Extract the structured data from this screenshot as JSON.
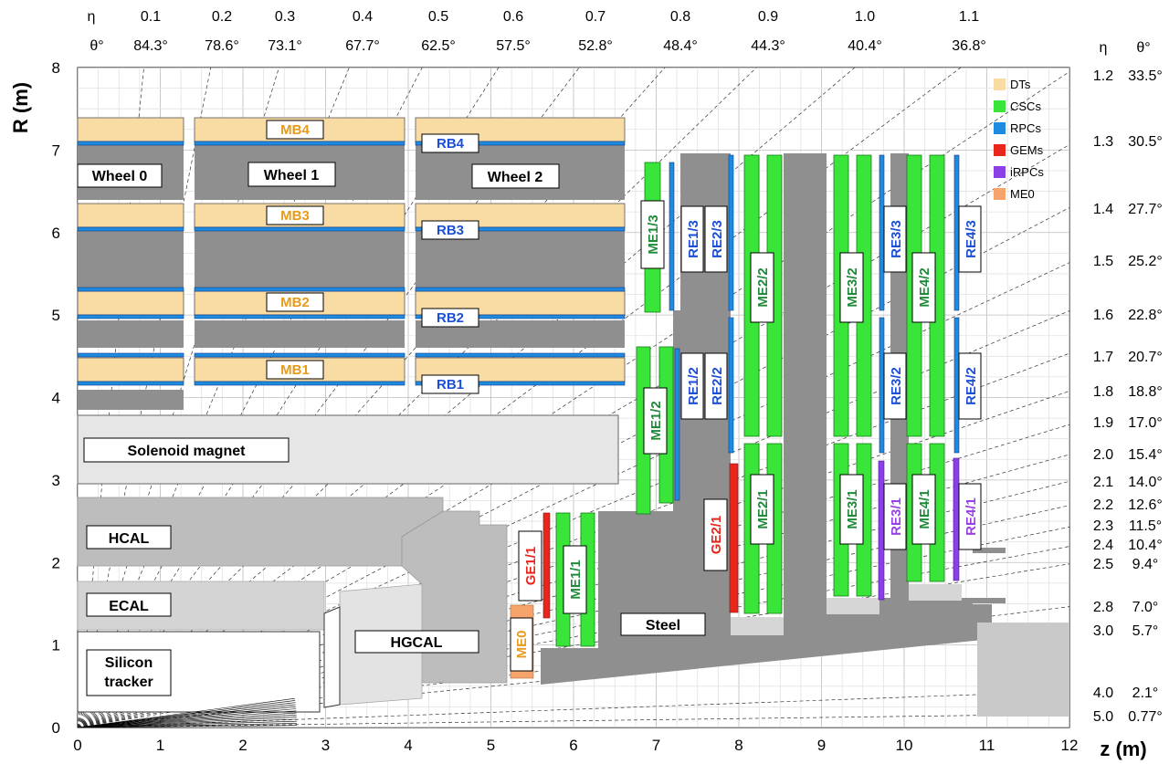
{
  "axes": {
    "x_title": "z (m)",
    "y_title": "R (m)",
    "x_ticks": [
      "0",
      "1",
      "2",
      "3",
      "4",
      "5",
      "6",
      "7",
      "8",
      "9",
      "10",
      "11",
      "12"
    ],
    "y_ticks": [
      "0",
      "1",
      "2",
      "3",
      "4",
      "5",
      "6",
      "7",
      "8"
    ],
    "xlim": [
      0,
      12
    ],
    "ylim": [
      0,
      8
    ]
  },
  "eta_top": {
    "eta_header": "η",
    "theta_header": "θ°",
    "entries": [
      {
        "eta": "0.1",
        "theta": "84.3°"
      },
      {
        "eta": "0.2",
        "theta": "78.6°"
      },
      {
        "eta": "0.3",
        "theta": "73.1°"
      },
      {
        "eta": "0.4",
        "theta": "67.7°"
      },
      {
        "eta": "0.5",
        "theta": "62.5°"
      },
      {
        "eta": "0.6",
        "theta": "57.5°"
      },
      {
        "eta": "0.7",
        "theta": "52.8°"
      },
      {
        "eta": "0.8",
        "theta": "48.4°"
      },
      {
        "eta": "0.9",
        "theta": "44.3°"
      },
      {
        "eta": "1.0",
        "theta": "40.4°"
      },
      {
        "eta": "1.1",
        "theta": "36.8°"
      }
    ]
  },
  "eta_right": {
    "eta_header": "η",
    "theta_header": "θ°",
    "entries": [
      {
        "eta": "1.2",
        "theta": "33.5°"
      },
      {
        "eta": "1.3",
        "theta": "30.5°"
      },
      {
        "eta": "1.4",
        "theta": "27.7°"
      },
      {
        "eta": "1.5",
        "theta": "25.2°"
      },
      {
        "eta": "1.6",
        "theta": "22.8°"
      },
      {
        "eta": "1.7",
        "theta": "20.7°"
      },
      {
        "eta": "1.8",
        "theta": "18.8°"
      },
      {
        "eta": "1.9",
        "theta": "17.0°"
      },
      {
        "eta": "2.0",
        "theta": "15.4°"
      },
      {
        "eta": "2.1",
        "theta": "14.0°"
      },
      {
        "eta": "2.2",
        "theta": "12.6°"
      },
      {
        "eta": "2.3",
        "theta": "11.5°"
      },
      {
        "eta": "2.4",
        "theta": "10.4°"
      },
      {
        "eta": "2.5",
        "theta": "9.4°"
      },
      {
        "eta": "2.8",
        "theta": "7.0°"
      },
      {
        "eta": "3.0",
        "theta": "5.7°"
      },
      {
        "eta": "4.0",
        "theta": "2.1°"
      },
      {
        "eta": "5.0",
        "theta": "0.77°"
      }
    ]
  },
  "legend": [
    {
      "label": "DTs",
      "color": "#f9dca4"
    },
    {
      "label": "CSCs",
      "color": "#39e539"
    },
    {
      "label": "RPCs",
      "color": "#1f8be0"
    },
    {
      "label": "GEMs",
      "color": "#e8261c"
    },
    {
      "label": "iRPCs",
      "color": "#8b3fe6"
    },
    {
      "label": "ME0",
      "color": "#f6a46c"
    }
  ],
  "labels": {
    "wheel0": "Wheel 0",
    "wheel1": "Wheel 1",
    "wheel2": "Wheel 2",
    "mb4": "MB4",
    "mb3": "MB3",
    "mb2": "MB2",
    "mb1": "MB1",
    "rb4": "RB4",
    "rb3": "RB3",
    "rb2": "RB2",
    "rb1": "RB1",
    "solenoid": "Solenoid magnet",
    "hcal": "HCAL",
    "ecal": "ECAL",
    "hgcal": "HGCAL",
    "silicon_l1": "Silicon",
    "silicon_l2": "tracker",
    "steel": "Steel",
    "me0": "ME0",
    "ge11": "GE1/1",
    "me11": "ME1/1",
    "me12": "ME1/2",
    "re12": "RE1/2",
    "re22": "RE2/2",
    "me13": "ME1/3",
    "re13": "RE1/3",
    "re23": "RE2/3",
    "ge21": "GE2/1",
    "me21": "ME2/1",
    "me22": "ME2/2",
    "me31": "ME3/1",
    "me32": "ME3/2",
    "re31": "RE3/1",
    "re32": "RE3/2",
    "re33": "RE3/3",
    "me41": "ME4/1",
    "me42": "ME4/2",
    "re41": "RE4/1",
    "re42": "RE4/2",
    "re43": "RE4/3"
  },
  "colors": {
    "dt": "#f9dca4",
    "csc": "#39e539",
    "rpc": "#1f8be0",
    "gem": "#e8261c",
    "irpc": "#8b3fe6",
    "me0": "#f6a46c",
    "steel": "#8f8f8f",
    "calo": "#bdbdbd",
    "magnet": "#e6e6e6",
    "rpc_text": "#1a4fd6",
    "csc_text": "#1f8a3a",
    "dt_text": "#e89a1a",
    "gem_text": "#e8261c",
    "irpc_text": "#9a3fe6",
    "me0_text": "#e89a1a"
  }
}
